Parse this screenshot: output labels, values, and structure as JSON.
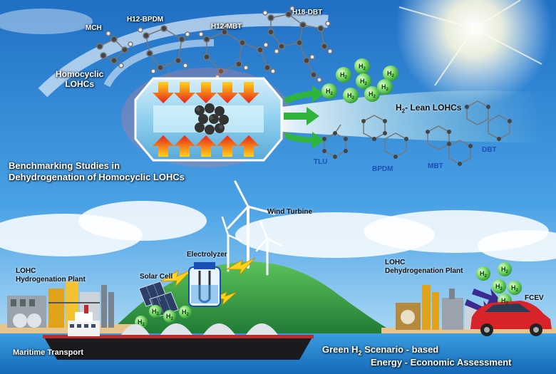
{
  "top": {
    "molecules": {
      "mch": "MCH",
      "h12_bpdm": "H12-BPDM",
      "h12_mbt": "H12-MBT",
      "h18_dbt": "H18-DBT"
    },
    "homocyclic_label": "Homocyclic\nLOHCs",
    "benchmark_line1": "Benchmarking Studies in",
    "benchmark_line2": "Dehydrogenation of Homocyclic LOHCs",
    "h2_lean_prefix": "H",
    "h2_lean_sub": "2",
    "h2_lean_suffix": "- Lean LOHCs",
    "lean_molecules": {
      "tlu": "TLU",
      "bpdm": "BPDM",
      "mbt": "MBT",
      "dbt": "DBT"
    },
    "h2_bubble_main": "H",
    "h2_bubble_sub": "2"
  },
  "bottom": {
    "wind_turbine": "Wind Turbine",
    "electrolyzer": "Electrolyzer",
    "solar_cell": "Solar Cell",
    "hydrogenation_plant": "LOHC\nHydrogenation Plant",
    "dehydrogenation_plant": "LOHC\nDehydrogenation Plant",
    "fcev": "FCEV",
    "maritime": "Maritime Transport",
    "green_prefix": "Green H",
    "green_sub": "2",
    "green_suffix": " Scenario - based",
    "energy_line": "Energy - Economic Assessment"
  },
  "colors": {
    "sky_top": "#2d7fd1",
    "sky_bottom": "#b9e0f7",
    "hill": "#3aa04a",
    "sea": "#2a8fd6",
    "h2_bubble": "#7ddc6a",
    "arrow_green": "#2fb53c",
    "arrow_red": "#e8231b",
    "arrow_yellow": "#ffd21a",
    "car_red": "#d8232a"
  }
}
